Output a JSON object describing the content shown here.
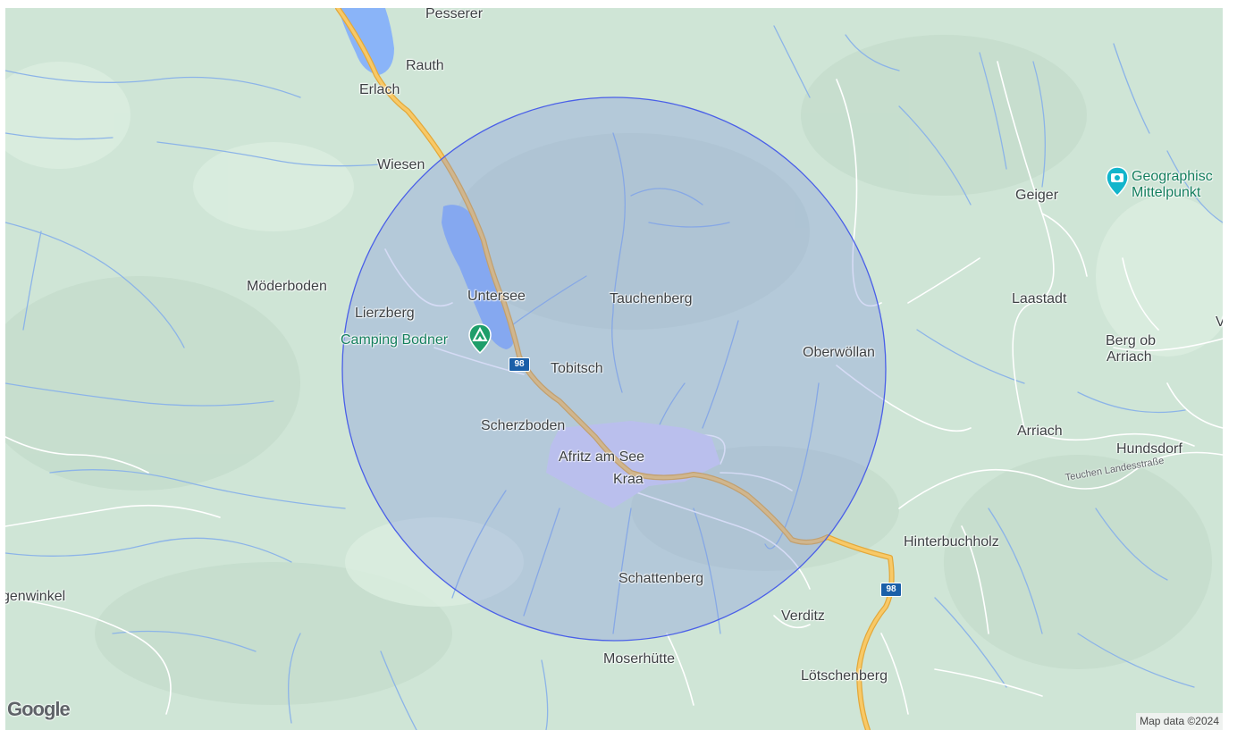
{
  "map": {
    "labels": {
      "pesserer": "Pesserer",
      "rauth": "Rauth",
      "erlach": "Erlach",
      "wiesen": "Wiesen",
      "moderboden": "Möderboden",
      "lierzberg": "Lierzberg",
      "untersee": "Untersee",
      "tauchenberg": "Tauchenberg",
      "tobitsch": "Tobitsch",
      "oberwollan": "Oberwöllan",
      "scherzboden": "Scherzboden",
      "afritz": "Afritz am See",
      "kraa": "Kraa",
      "schattenberg": "Schattenberg",
      "verditz": "Verditz",
      "moserhutte": "Moserhütte",
      "lotschenberg": "Lötschenberg",
      "hinterbuchholz": "Hinterbuchholz",
      "arriach": "Arriach",
      "hundsdorf": "Hundsdorf",
      "berg_ob_arriach_1": "Berg ob",
      "berg_ob_arriach_2": "Arriach",
      "laastadt": "Laastadt",
      "geiger": "Geiger",
      "genwinkel": "genwinkel",
      "v_partial": "V"
    },
    "pois": {
      "camping": "Camping Bodner",
      "geo_line1": "Geographisc",
      "geo_line2": "Mittelpunkt"
    },
    "road_shields": {
      "shield_1": "98",
      "shield_2": "98"
    },
    "road_names": {
      "teuchen": "Teuchen Landesstraße"
    },
    "logo": "Google",
    "attribution": "Map data ©2024",
    "colors": {
      "terrain": "#cfe5d6",
      "water": "#8ab4f8",
      "river": "#8cb4e8",
      "road_major": "#f8c967",
      "road_minor": "#ffffff",
      "radius_fill": "#7b8fe0",
      "radius_stroke": "#4a5fe8",
      "poi_green": "#1e9e6a",
      "poi_teal": "#12b5cb",
      "shield_blue": "#1a5fa8"
    },
    "icons": [
      "camping-icon",
      "camera-icon",
      "google-logo"
    ]
  }
}
